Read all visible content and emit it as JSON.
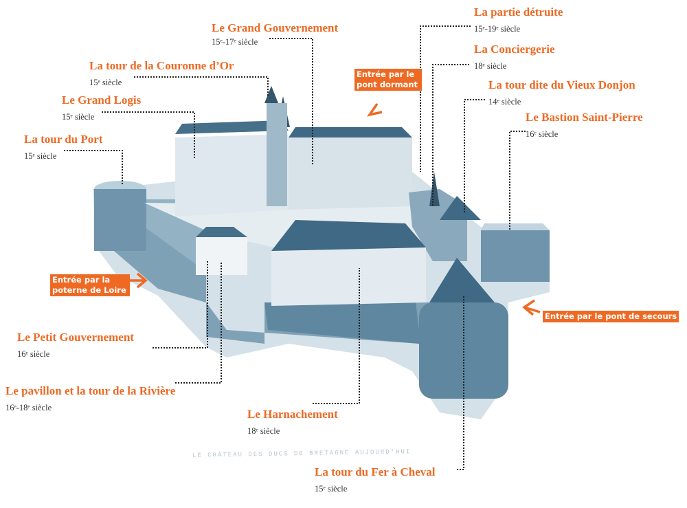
{
  "labels": [
    {
      "title": "Le Grand Gouvernement",
      "century": "15ᵉ-17ᵉ siècle"
    },
    {
      "title": "La tour de la Couronne d’Or",
      "century": "15ᵉ siècle"
    },
    {
      "title": "Le Grand Logis",
      "century": "15ᵉ siècle"
    },
    {
      "title": "La tour du Port",
      "century": "15ᵉ siècle"
    },
    {
      "title": "La partie détruite",
      "century": "15ᵉ-19ᵉ siècle"
    },
    {
      "title": "La Conciergerie",
      "century": "18ᵉ siècle"
    },
    {
      "title": "La tour dite du Vieux Donjon",
      "century": "14ᵉ siècle"
    },
    {
      "title": "Le Bastion Saint-Pierre",
      "century": "16ᵉ siècle"
    },
    {
      "title": "Le Petit Gouvernement",
      "century": "16ᵉ siècle"
    },
    {
      "title": "Le pavillon et la tour de la Rivière",
      "century": "16ᵉ-18ᵉ siècle"
    },
    {
      "title": "Le Harnachement",
      "century": "18ᵉ siècle"
    },
    {
      "title": "La tour du Fer à Cheval",
      "century": "15ᵉ siècle"
    }
  ],
  "entrances": {
    "pont_dormant": "Entrée par le pont dormant",
    "poterne": "Entrée par la poterne de Loire",
    "secours": "Entrée par le pont de secours"
  },
  "sketch_caption": "LE CHÂTEAU DES DUCS DE BRETAGNE AUJOURD'HUI",
  "colors": {
    "accent": "#ee6a24",
    "ink": "#4f7a93",
    "ink_light": "#a9c3d3"
  }
}
